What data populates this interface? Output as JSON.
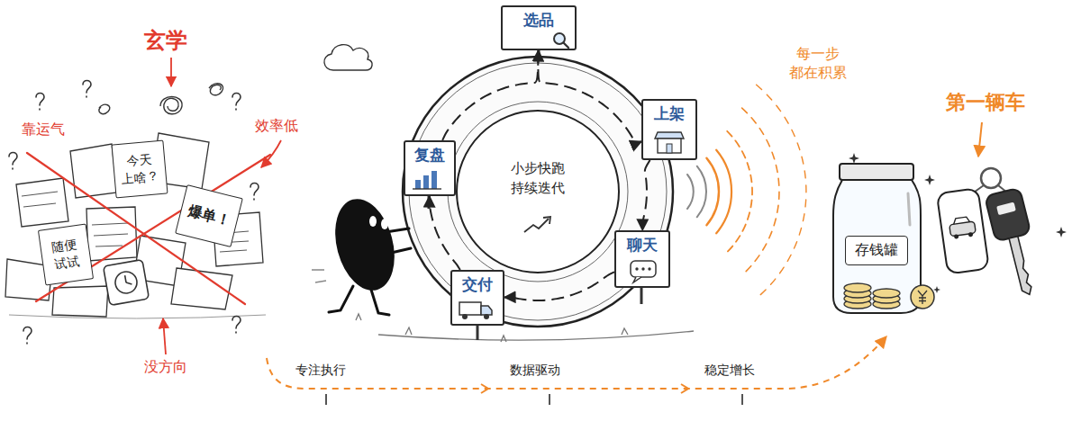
{
  "diagram": {
    "nodes": [
      {
        "text": [
          "今天 上啥？"
        ]
      },
      {
        "text": [
          "爆单！"
        ]
      },
      {
        "text": [
          "随便 试试"
        ]
      },
      {
        "text": [
          "选品"
        ]
      },
      {
        "text": [
          "上架"
        ]
      },
      {
        "text": [
          "聊天"
        ]
      },
      {
        "text": [
          "交付"
        ]
      },
      {
        "text": [
          "复盘"
        ]
      },
      {
        "text": [
          "小步快跑 持续迭代"
        ]
      },
      {
        "text": [
          "存钱罐"
        ]
      }
    ],
    "edges": [
      {
        "from": 3,
        "to": 4,
        "arrow": "to"
      },
      {
        "from": 4,
        "to": 5,
        "arrow": "to"
      },
      {
        "from": 5,
        "to": 6,
        "arrow": "to"
      },
      {
        "from": 6,
        "to": 7,
        "arrow": "to"
      },
      {
        "from": 7,
        "to": 3,
        "arrow": "to"
      }
    ],
    "labels": [
      "玄学",
      "靠运气",
      "效率低",
      "没方向",
      "每一步 都在积累",
      "第一辆车",
      "专注执行",
      "数据驱动",
      "稳定增长"
    ]
  }
}
